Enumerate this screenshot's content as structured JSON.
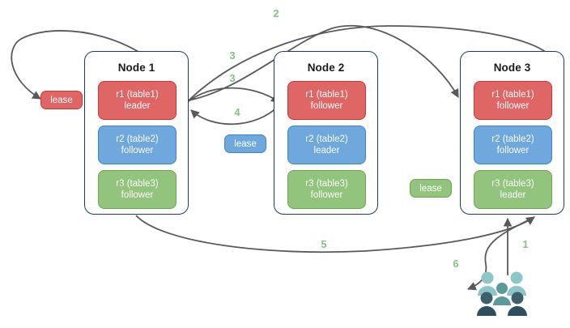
{
  "diagram": {
    "title": "Distributed range lease / replica routing diagram",
    "palette": {
      "red": "#e06666",
      "red_border": "#cc3333",
      "blue": "#6fa8dc",
      "blue_border": "#3d85c6",
      "green": "#93c47d",
      "green_border": "#6aa84f",
      "node_border": "#1f3864",
      "edge": "#58595b",
      "step_label": "#86c286",
      "users_light": "#8cc6c6",
      "users_mid": "#5a9a9a",
      "users_dark": "#2e4f5e"
    },
    "nodes": [
      {
        "name": "node-1",
        "title": "Node 1",
        "replicas": [
          {
            "name": "r1-table1",
            "line1": "r1 (table1)",
            "line2": "leader",
            "color": "red"
          },
          {
            "name": "r2-table2",
            "line1": "r2 (table2)",
            "line2": "follower",
            "color": "blue"
          },
          {
            "name": "r3-table3",
            "line1": "r3 (table3)",
            "line2": "follower",
            "color": "green"
          }
        ]
      },
      {
        "name": "node-2",
        "title": "Node 2",
        "replicas": [
          {
            "name": "r1-table1",
            "line1": "r1 (table1)",
            "line2": "follower",
            "color": "red"
          },
          {
            "name": "r2-table2",
            "line1": "r2 (table2)",
            "line2": "leader",
            "color": "blue"
          },
          {
            "name": "r3-table3",
            "line1": "r3 (table3)",
            "line2": "follower",
            "color": "green"
          }
        ]
      },
      {
        "name": "node-3",
        "title": "Node 3",
        "replicas": [
          {
            "name": "r1-table1",
            "line1": "r1 (table1)",
            "line2": "follower",
            "color": "red"
          },
          {
            "name": "r2-table2",
            "line1": "r2 (table2)",
            "line2": "follower",
            "color": "blue"
          },
          {
            "name": "r3-table3",
            "line1": "r3 (table3)",
            "line2": "leader",
            "color": "green"
          }
        ]
      }
    ],
    "leases": [
      {
        "name": "lease-badge-red",
        "label": "lease",
        "color": "red"
      },
      {
        "name": "lease-badge-blue",
        "label": "lease",
        "color": "blue"
      },
      {
        "name": "lease-badge-green",
        "label": "lease",
        "color": "green"
      }
    ],
    "steps": [
      {
        "name": "step-1",
        "label": "1"
      },
      {
        "name": "step-2",
        "label": "2"
      },
      {
        "name": "step-3a",
        "label": "3"
      },
      {
        "name": "step-3b",
        "label": "3"
      },
      {
        "name": "step-4",
        "label": "4"
      },
      {
        "name": "step-5",
        "label": "5"
      },
      {
        "name": "step-6",
        "label": "6"
      }
    ],
    "users": {
      "name": "users-group-icon",
      "label": "users"
    }
  }
}
